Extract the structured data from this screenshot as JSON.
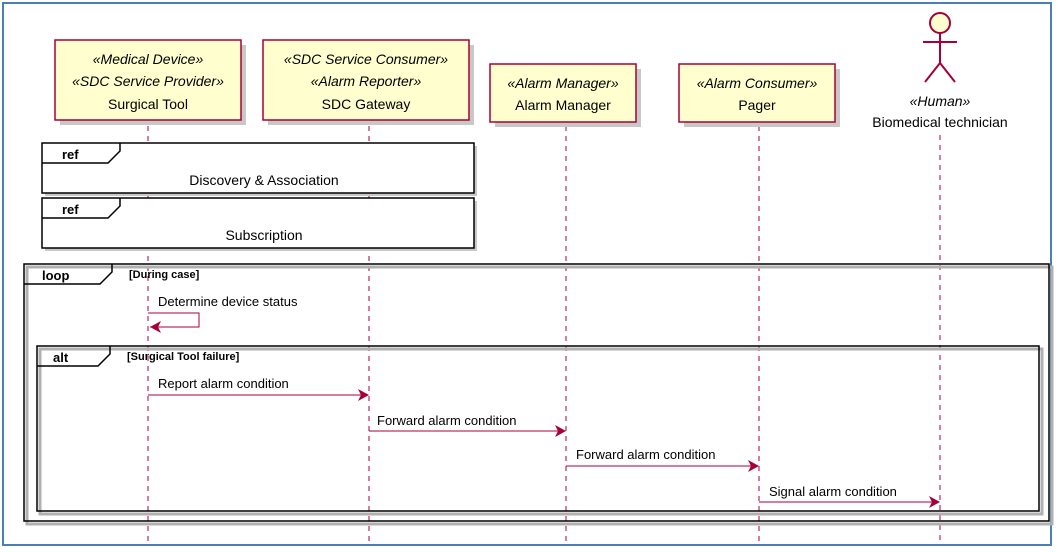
{
  "participants": [
    {
      "stereotypes": [
        "«Medical Device»",
        "«SDC Service Provider»"
      ],
      "name": "Surgical Tool"
    },
    {
      "stereotypes": [
        "«SDC Service Consumer»",
        "«Alarm Reporter»"
      ],
      "name": "SDC Gateway"
    },
    {
      "stereotypes": [
        "«Alarm Manager»"
      ],
      "name": "Alarm Manager"
    },
    {
      "stereotypes": [
        "«Alarm Consumer»"
      ],
      "name": "Pager"
    },
    {
      "stereotypes": [
        "«Human»"
      ],
      "name": "Biomedical technician"
    }
  ],
  "refs": [
    {
      "tag": "ref",
      "text": "Discovery & Association"
    },
    {
      "tag": "ref",
      "text": "Subscription"
    }
  ],
  "loop": {
    "tag": "loop",
    "guard": "[During case]"
  },
  "self_message": "Determine device status",
  "alt": {
    "tag": "alt",
    "guard": "[Surgical Tool failure]"
  },
  "messages": [
    {
      "label": "Report alarm condition"
    },
    {
      "label": "Forward alarm condition"
    },
    {
      "label": "Forward alarm condition"
    },
    {
      "label": "Signal alarm condition"
    }
  ],
  "colors": {
    "border": "#4a7fb5",
    "participant_fill": "#fefece",
    "line": "#a80036"
  }
}
